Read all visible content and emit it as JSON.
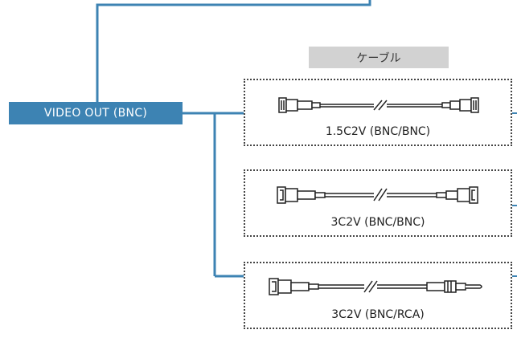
{
  "source_label": "VIDEO OUT (BNC)",
  "cable_header": "ケーブル",
  "cables": [
    {
      "label": "1.5C2V (BNC/BNC)",
      "ends": "BNC/BNC"
    },
    {
      "label": "3C2V (BNC/BNC)",
      "ends": "BNC/BNC"
    },
    {
      "label": "3C2V (BNC/RCA)",
      "ends": "BNC/RCA"
    }
  ],
  "colors": {
    "connector_line": "#3d83b3",
    "source_fill": "#3d83b3",
    "header_fill": "#d2d2d2",
    "box_border": "#444444"
  }
}
